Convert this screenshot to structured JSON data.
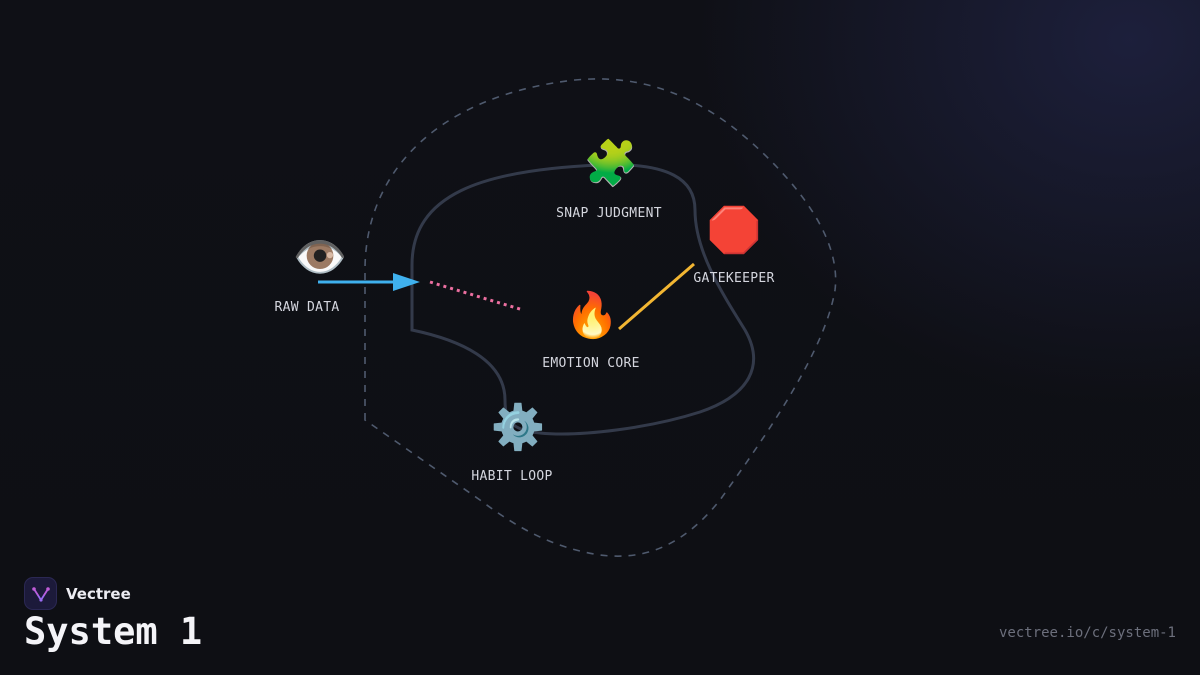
{
  "brand": {
    "name": "Vectree",
    "logo_icon": "vectree-logo-icon"
  },
  "page": {
    "title": "System 1",
    "url": "vectree.io/c/system-1"
  },
  "colors": {
    "outer_boundary": "#4f5a6e",
    "inner_path": "#333a4a",
    "raw_data_arrow": "#3fb1ee",
    "dotted_link": "#ec6fa0",
    "gatekeeper_link": "#f2b632",
    "label": "#d4d6de"
  },
  "nodes": [
    {
      "id": "raw-data",
      "label": "RAW DATA",
      "icon": "eye-icon",
      "glyph": "👁️"
    },
    {
      "id": "snap-judgment",
      "label": "SNAP JUDGMENT",
      "icon": "puzzle-piece-icon",
      "glyph": "🧩"
    },
    {
      "id": "gatekeeper",
      "label": "GATEKEEPER",
      "icon": "stop-sign-icon",
      "glyph": "🛑"
    },
    {
      "id": "emotion-core",
      "label": "EMOTION CORE",
      "icon": "fire-icon",
      "glyph": "🔥"
    },
    {
      "id": "habit-loop",
      "label": "HABIT LOOP",
      "icon": "gear-icon",
      "glyph": "⚙️"
    }
  ]
}
